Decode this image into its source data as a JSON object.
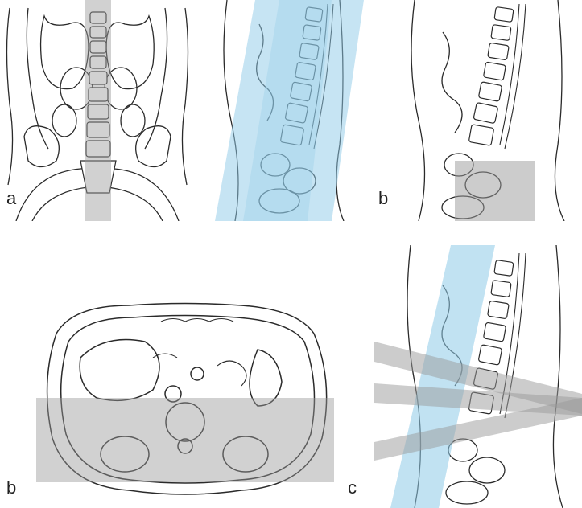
{
  "labels": {
    "panel_a": "a",
    "panel_b_top": "b",
    "panel_b_bottom": "b",
    "panel_c": "c"
  },
  "colors": {
    "line": "#2a2a2a",
    "blue_band": "#8ecae8",
    "gray_band": "#9a9a9a"
  }
}
